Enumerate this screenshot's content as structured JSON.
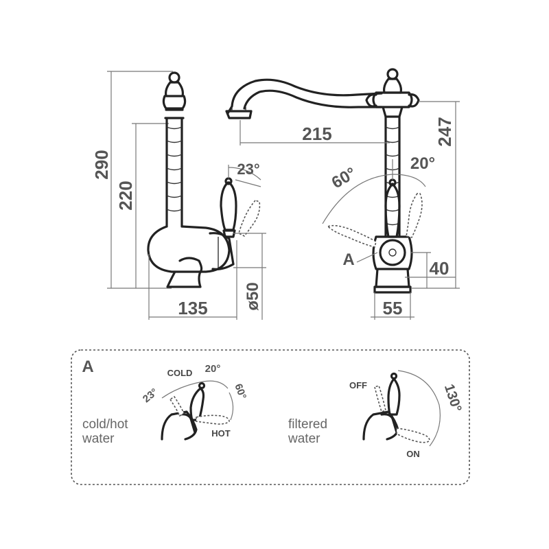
{
  "dimensions": {
    "total_height": "290",
    "spout_height": "220",
    "base_width": "135",
    "diameter": "ø50",
    "spout_reach": "215",
    "right_height": "247",
    "base_depth": "55",
    "lever_height": "40",
    "angle_23": "23°",
    "angle_60": "60°",
    "angle_20": "20°"
  },
  "callout_label": "A",
  "detail": {
    "panel_label": "A",
    "cold_hot": {
      "caption_line1": "cold/hot",
      "caption_line2": "water",
      "cold_label": "COLD",
      "hot_label": "HOT",
      "angle_20": "20°",
      "angle_23": "23°",
      "angle_60": "60°"
    },
    "filtered": {
      "caption_line1": "filtered",
      "caption_line2": "water",
      "off_label": "OFF",
      "on_label": "ON",
      "angle_130": "130°"
    }
  }
}
